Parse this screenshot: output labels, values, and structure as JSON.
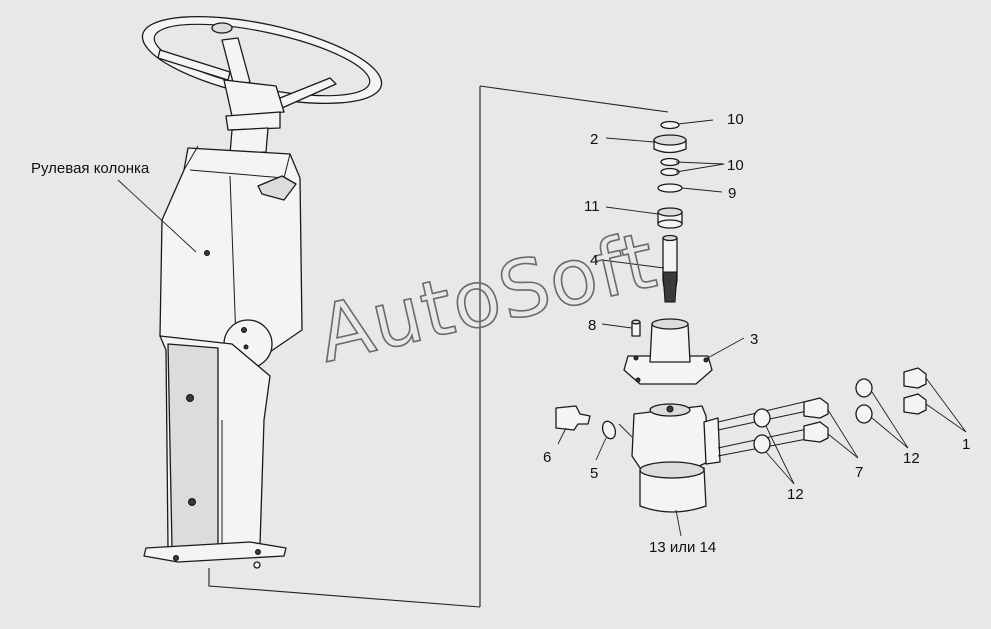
{
  "labels": {
    "steering_column": "Рулевая колонка",
    "p1": "1",
    "p2": "2",
    "p3": "3",
    "p4": "4",
    "p5": "5",
    "p6": "6",
    "p7": "7",
    "p8": "8",
    "p9": "9",
    "p10a": "10",
    "p10b": "10",
    "p11": "11",
    "p12a": "12",
    "p12b": "12",
    "p13": "13 или 14"
  },
  "watermark": "AutoSoft",
  "colors": {
    "background": "#e8e8e8",
    "line": "#1a1a1a",
    "watermark": "#6a6a6a"
  }
}
